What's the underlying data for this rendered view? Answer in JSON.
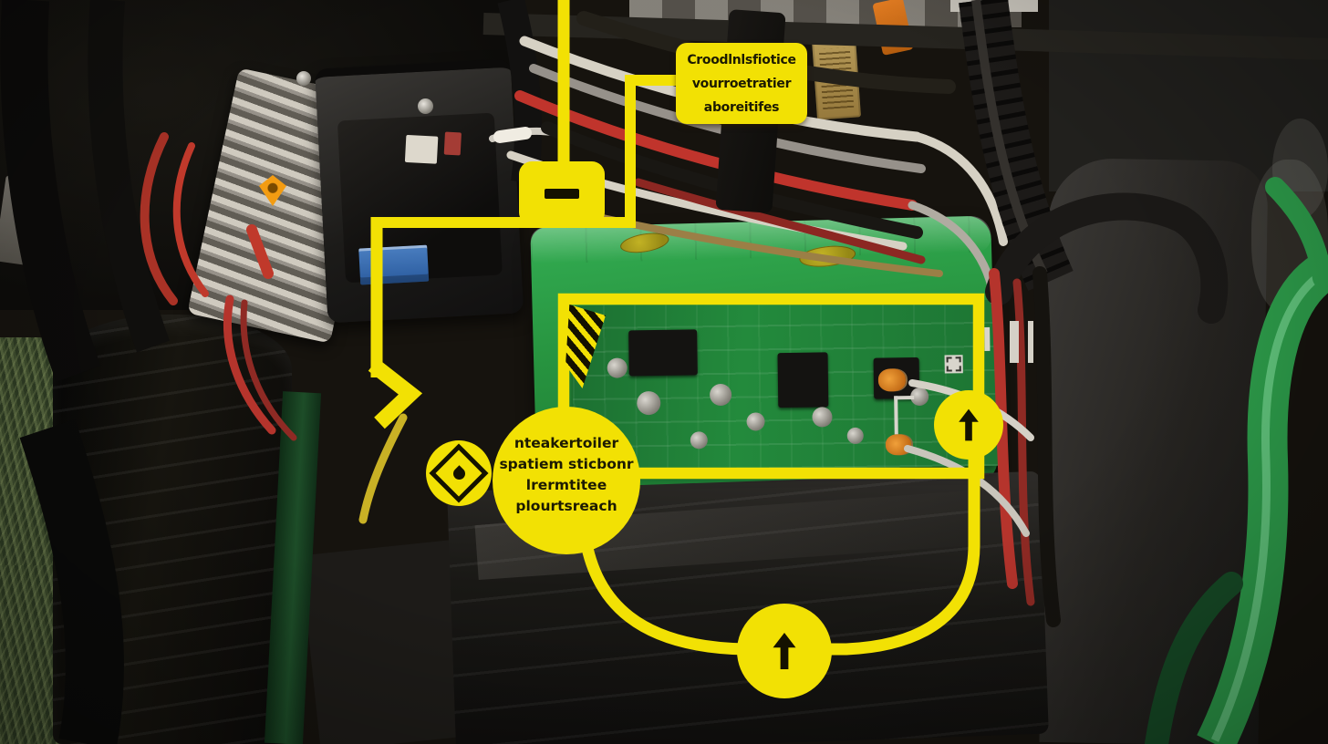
{
  "overlay": {
    "colors": {
      "annotation_yellow": "#f2e104",
      "annotation_ink": "#1c1a02"
    },
    "top_callout": {
      "lines": [
        "Croodlnlsfiotice",
        "vourroetratier",
        "aboreitifes"
      ]
    },
    "info_circle": {
      "lines": [
        "nteakertoiler",
        "spatiem sticbonr",
        "lrermtitee",
        "plourtsreach"
      ]
    },
    "icons": {
      "minus": "−",
      "up_arrow": "↑",
      "hazard_diamond": "black-diamond-outline-with-flame",
      "warning_stripes": "yellow-black-striped-triangle"
    }
  },
  "photo": {
    "colors": {
      "machine_green": "#2fa14b",
      "pcb_green": "#1e7a33",
      "frame_tube_green": "#2ea04c",
      "grass_green": "#4c5c38",
      "wire_red": "#b5342c",
      "terminal_orange": "#e08428"
    }
  }
}
